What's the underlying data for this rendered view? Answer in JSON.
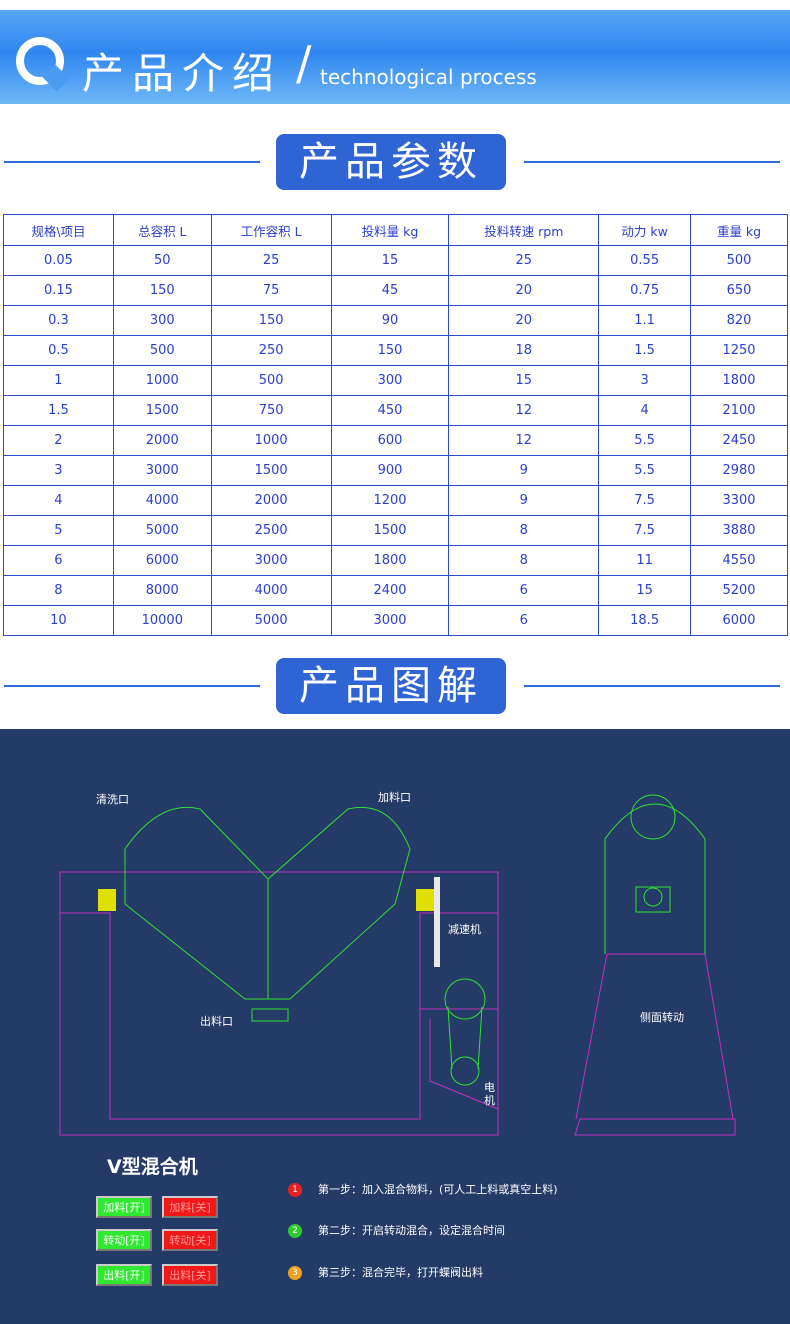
{
  "banner": {
    "title_cn": "产品介绍",
    "slash": "/",
    "title_en": "technological process"
  },
  "sections": {
    "params": "产品参数",
    "diagram": "产品图解"
  },
  "table": {
    "headers": [
      "规格\\项目",
      "总容积 L",
      "工作容积 L",
      "投料量 kg",
      "投料转速 rpm",
      "动力 kw",
      "重量 kg"
    ],
    "rows": [
      [
        "0.05",
        "50",
        "25",
        "15",
        "25",
        "0.55",
        "500"
      ],
      [
        "0.15",
        "150",
        "75",
        "45",
        "20",
        "0.75",
        "650"
      ],
      [
        "0.3",
        "300",
        "150",
        "90",
        "20",
        "1.1",
        "820"
      ],
      [
        "0.5",
        "500",
        "250",
        "150",
        "18",
        "1.5",
        "1250"
      ],
      [
        "1",
        "1000",
        "500",
        "300",
        "15",
        "3",
        "1800"
      ],
      [
        "1.5",
        "1500",
        "750",
        "450",
        "12",
        "4",
        "2100"
      ],
      [
        "2",
        "2000",
        "1000",
        "600",
        "12",
        "5.5",
        "2450"
      ],
      [
        "3",
        "3000",
        "1500",
        "900",
        "9",
        "5.5",
        "2980"
      ],
      [
        "4",
        "4000",
        "2000",
        "1200",
        "9",
        "7.5",
        "3300"
      ],
      [
        "5",
        "5000",
        "2500",
        "1500",
        "8",
        "7.5",
        "3880"
      ],
      [
        "6",
        "6000",
        "3000",
        "1800",
        "8",
        "11",
        "4550"
      ],
      [
        "8",
        "8000",
        "4000",
        "2400",
        "6",
        "15",
        "5200"
      ],
      [
        "10",
        "10000",
        "5000",
        "3000",
        "6",
        "18.5",
        "6000"
      ]
    ]
  },
  "diagram": {
    "labels": {
      "wash": "清洗口",
      "feed": "加料口",
      "reducer": "减速机",
      "outlet": "出料口",
      "motor": "电\n机",
      "side": "侧面转动"
    },
    "machine_title": "V型混合机",
    "buttons": {
      "feed_on": "加料[开]",
      "feed_off": "加料[关]",
      "rotate_on": "转动[开]",
      "rotate_off": "转动[关]",
      "discharge_on": "出料[开]",
      "discharge_off": "出料[关]"
    },
    "steps": [
      {
        "num": "1",
        "color": "#e82020",
        "text": "第一步：加入混合物料，(可人工上料或真空上料)"
      },
      {
        "num": "2",
        "color": "#2fc82f",
        "text": "第二步：开启转动混合，设定混合时间"
      },
      {
        "num": "3",
        "color": "#f0a020",
        "text": "第三步：混合完毕，打开蝶阀出料"
      }
    ],
    "colors": {
      "background": "#243a67",
      "frame": "#c030c0",
      "vessel": "#30e030"
    }
  }
}
